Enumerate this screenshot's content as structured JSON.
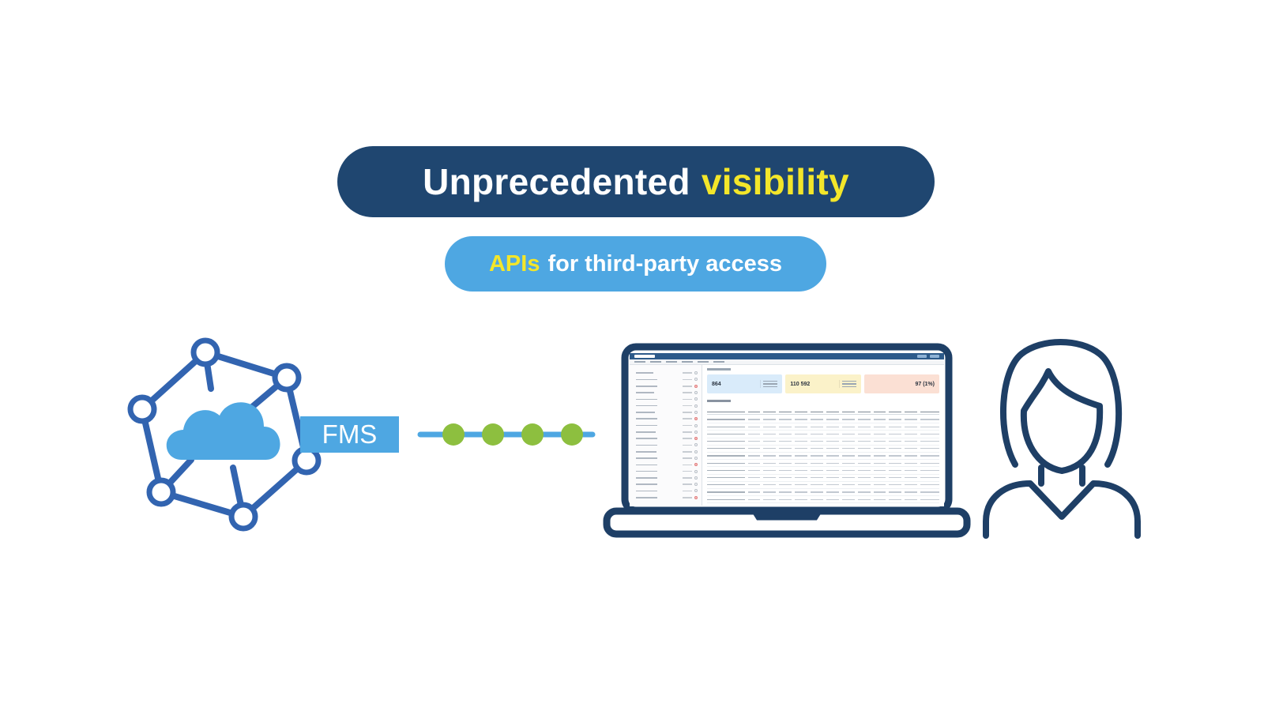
{
  "title": {
    "lead": "Unprecedented",
    "highlight": "visibility"
  },
  "subtitle": {
    "highlight": "APIs",
    "rest": "for third-party access"
  },
  "cloud": {
    "label": "FMS"
  },
  "laptop_screen": {
    "kpis": [
      "864",
      "110 592",
      "97 (1%)"
    ]
  },
  "colors": {
    "navy": "#1f4670",
    "sky": "#4ea7e2",
    "accent_yellow": "#f3e62a",
    "outline_blue": "#3264b0",
    "dot_green": "#8dbf3f",
    "laptop_navy": "#1e3f66"
  },
  "icons": [
    "network-hexagon-icon",
    "cloud-icon",
    "connection-dots-icon",
    "laptop-icon",
    "user-avatar-icon"
  ]
}
